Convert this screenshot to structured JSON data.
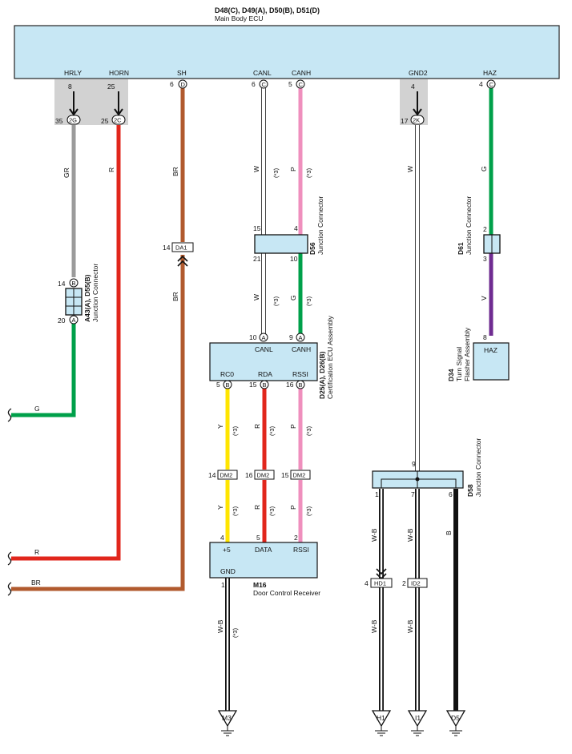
{
  "colors": {
    "box_fill": "#c7e7f4",
    "gray_shade": "#d2d2d2",
    "wire_GR": "#9b9b9b",
    "wire_R": "#e1261c",
    "wire_BR": "#b15a2e",
    "wire_W": "#ffffff",
    "wire_P": "#ef8fbd",
    "wire_G": "#00a04a",
    "wire_V": "#6f2c91",
    "wire_Y": "#ffe500",
    "wire_B": "#111111"
  },
  "ecu": {
    "title": "D48(C), D49(A), D50(B), D51(D)",
    "subtitle": "Main Body ECU",
    "pins": {
      "hrly": "HRLY",
      "horn": "HORN",
      "sh": "SH",
      "canl": "CANL",
      "canh": "CANH",
      "gnd2": "GND2",
      "haz": "HAZ"
    },
    "pin_numbers": {
      "hrly": "8",
      "horn": "25",
      "sh": "6",
      "canl": "6",
      "canh": "5",
      "gnd2": "4",
      "haz": "4"
    },
    "pin_circles": {
      "sh": "D",
      "canl": "C",
      "canh": "C",
      "haz": "C"
    }
  },
  "junction_tags": {
    "j1": {
      "num": "35",
      "code": "2G"
    },
    "j2": {
      "num": "25",
      "code": "2C"
    },
    "j3": {
      "num": "17",
      "code": "2K"
    }
  },
  "wire_labels": {
    "gr": "GR",
    "r": "R",
    "br": "BR",
    "w": "W",
    "p": "P",
    "g": "G",
    "v": "V",
    "y": "Y",
    "b": "B",
    "wb": "W-B",
    "note3": "(*3)"
  },
  "d55": {
    "name": "A43(A), D55(B)",
    "desc": "Junction Connector",
    "pin_top": "14",
    "pin_top_circle": "B",
    "pin_bottom": "20",
    "pin_bottom_circle": "A"
  },
  "d56": {
    "name": "D56",
    "desc": "Junction Connector",
    "pin_tl": "15",
    "pin_tr": "4",
    "pin_bl": "21",
    "pin_br": "10"
  },
  "d61": {
    "name": "D61",
    "desc": "Junction Connector",
    "pin_top": "2",
    "pin_bottom": "3"
  },
  "da1": {
    "num": "14",
    "code": "DA1"
  },
  "d25": {
    "name": "D25(A), D26(B)",
    "desc": "Certification ECU Assembly",
    "pins_top": {
      "canl": "CANL",
      "canh": "CANH"
    },
    "pin_nums_top": {
      "canl": "10",
      "canh": "9"
    },
    "pin_circles_top": {
      "canl": "A",
      "canh": "A"
    },
    "pins_bottom": {
      "rc0": "RC0",
      "rda": "RDA",
      "rssi": "RSSI"
    },
    "pin_nums_bottom": {
      "rc0": "5",
      "rda": "15",
      "rssi": "16"
    },
    "pin_circles_bottom": {
      "rc0": "B",
      "rda": "B",
      "rssi": "B"
    }
  },
  "d34": {
    "name": "D34",
    "desc1": "Turn Signal",
    "desc2": "Flasher Assembly",
    "pin": "HAZ",
    "pin_num": "8"
  },
  "dm2": {
    "left": {
      "num": "14",
      "code": "DM2"
    },
    "mid": {
      "num": "16",
      "code": "DM2"
    },
    "right": {
      "num": "15",
      "code": "DM2"
    }
  },
  "m16": {
    "name": "M16",
    "desc": "Door Control Receiver",
    "pin_plus5": "+5",
    "pin_data": "DATA",
    "pin_rssi": "RSSI",
    "pin_gnd": "GND",
    "num_plus5": "4",
    "num_data": "5",
    "num_rssi": "2",
    "num_gnd": "1"
  },
  "d58": {
    "name": "D58",
    "desc": "Junction Connector",
    "pin_top": "9",
    "pin_out1": "1",
    "pin_out2": "7",
    "pin_out3": "6"
  },
  "hd1": {
    "num": "4",
    "code": "HD1"
  },
  "id2": {
    "num": "2",
    "code": "ID2"
  },
  "grounds": {
    "m3": "M3",
    "h1": "H1",
    "i1": "I1",
    "d5": "D5"
  }
}
